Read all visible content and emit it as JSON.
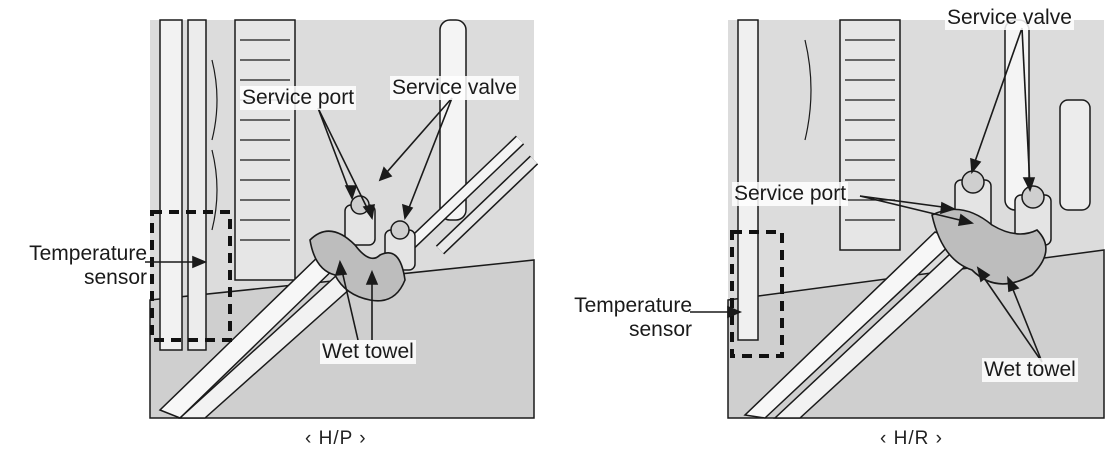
{
  "figures": [
    {
      "id": "hp",
      "caption": "‹ H/P ›",
      "labels": {
        "service_port": "Service port",
        "service_valve": "Service valve",
        "temperature_sensor": "Temperature\nsensor",
        "wet_towel": "Wet towel"
      }
    },
    {
      "id": "hr",
      "caption": "‹ H/R ›",
      "labels": {
        "service_port": "Service port",
        "service_valve": "Service valve",
        "temperature_sensor": "Temperature\nsensor",
        "wet_towel": "Wet towel"
      }
    }
  ],
  "colors": {
    "line": "#1a1a1a",
    "shade": "#d9d9d9",
    "light": "#eeeeee"
  }
}
